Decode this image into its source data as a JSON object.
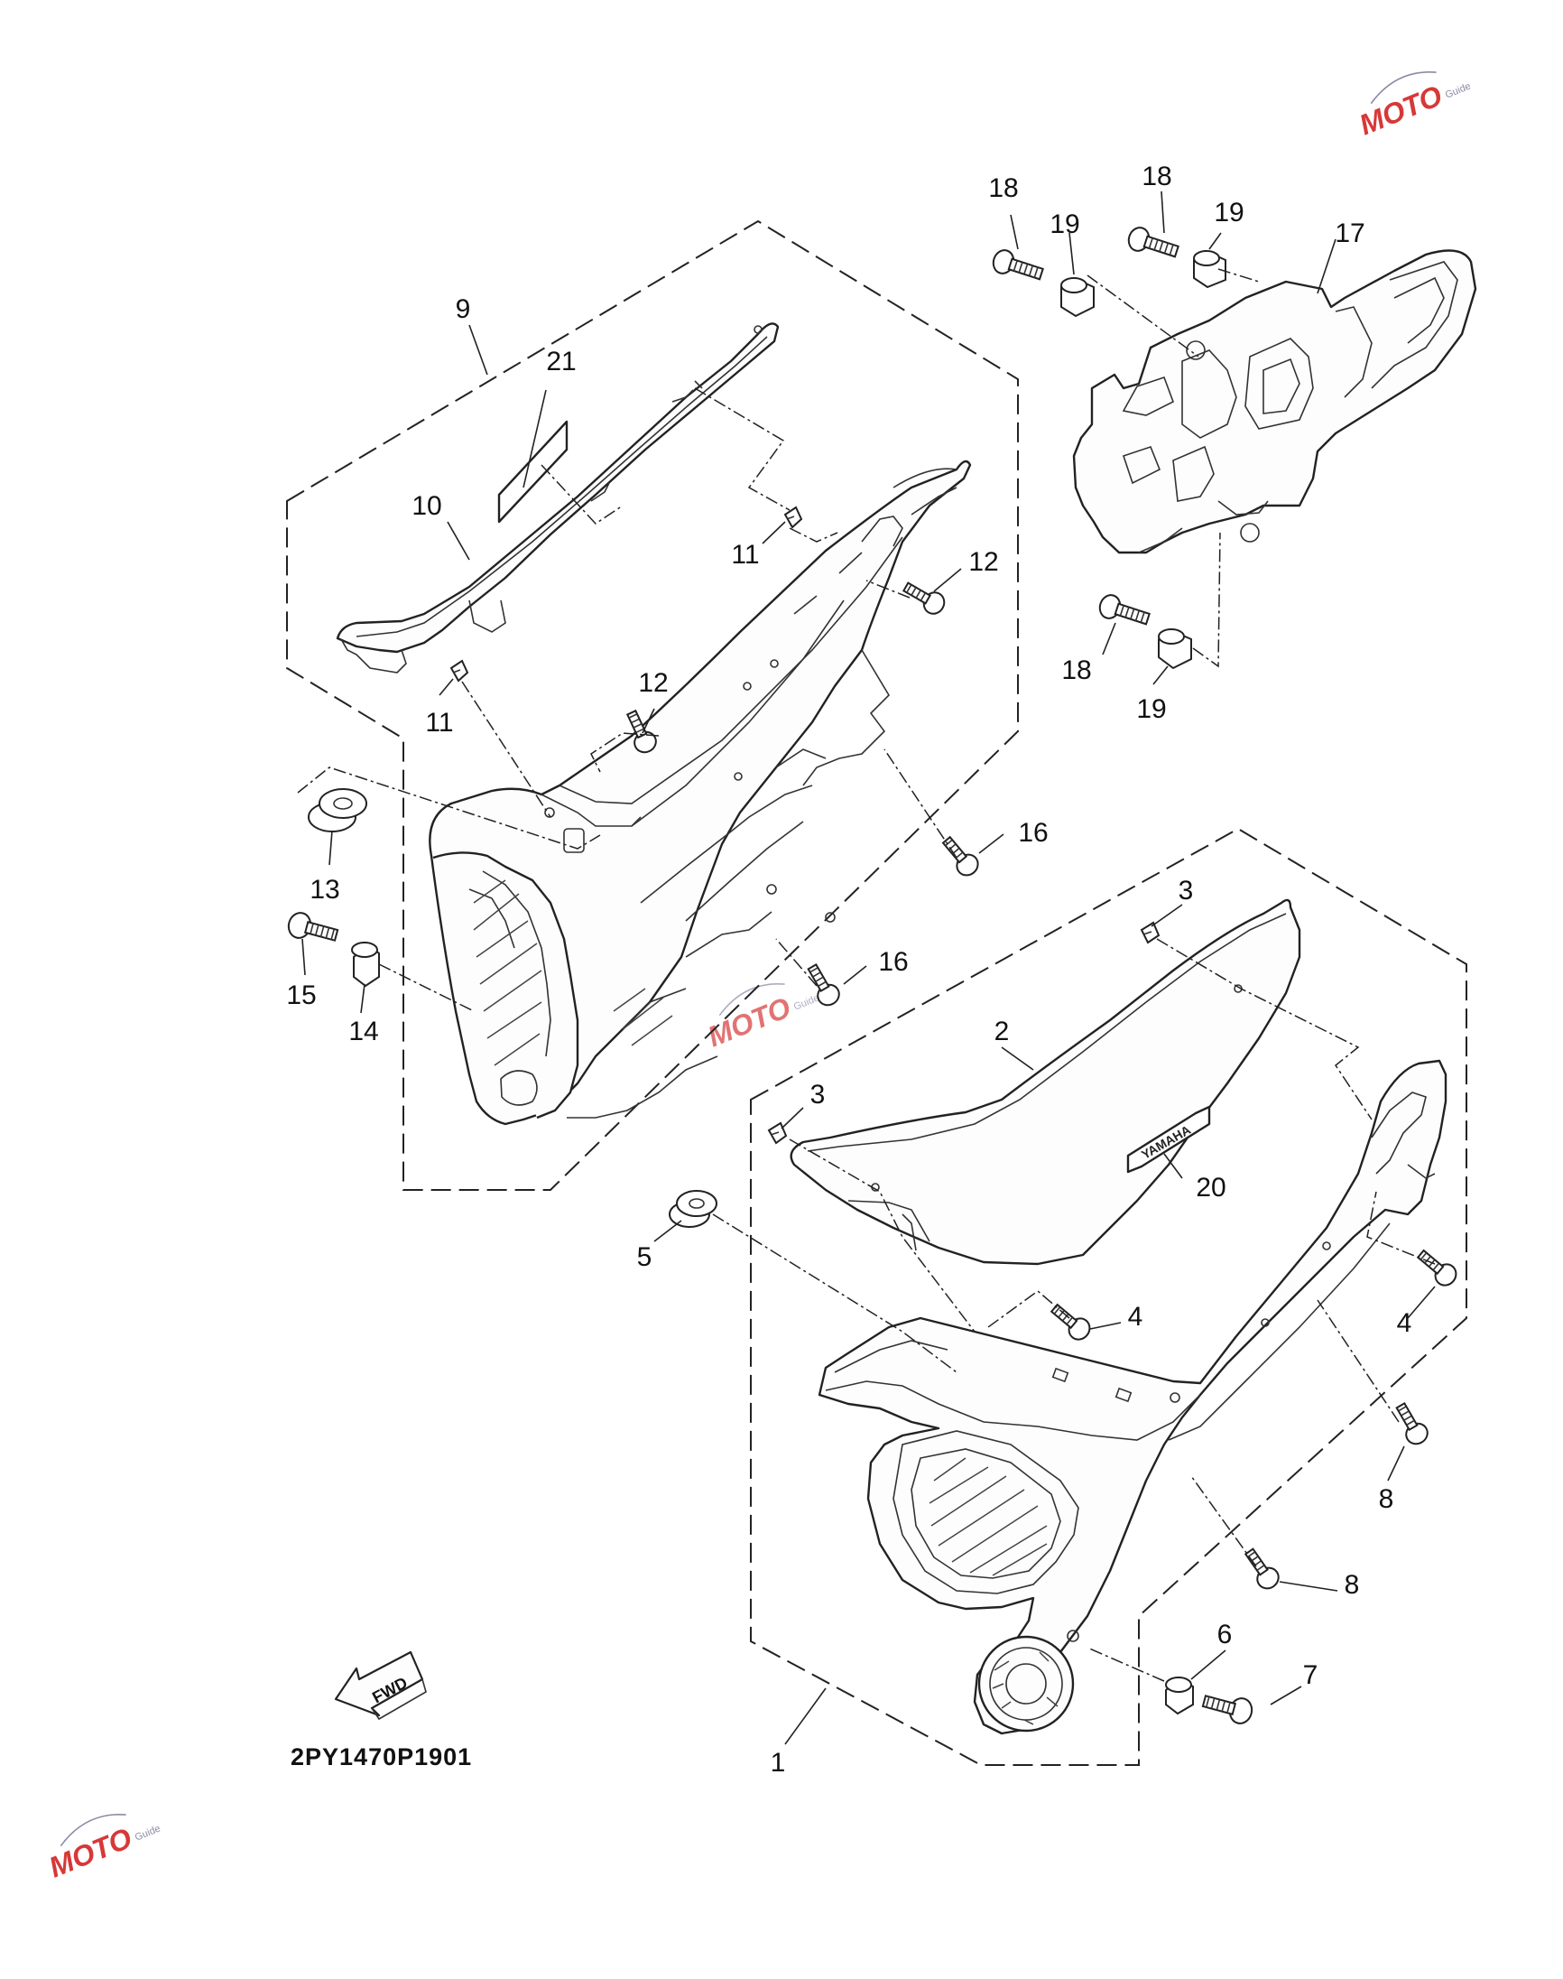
{
  "diagram_code": "2PY1470P1901",
  "direction_label": "FWD",
  "brand_emblem": "YAMAHA",
  "watermark": {
    "text": "MOTO",
    "subtext": "Guide",
    "color": "#d73838"
  },
  "callouts": {
    "c1": "1",
    "c2": "2",
    "c3a": "3",
    "c3b": "3",
    "c4a": "4",
    "c4b": "4",
    "c5": "5",
    "c6": "6",
    "c7": "7",
    "c8a": "8",
    "c8b": "8",
    "c9": "9",
    "c10": "10",
    "c11a": "11",
    "c11b": "11",
    "c12a": "12",
    "c12b": "12",
    "c13": "13",
    "c14": "14",
    "c15": "15",
    "c16a": "16",
    "c16b": "16",
    "c17": "17",
    "c18a": "18",
    "c18b": "18",
    "c18c": "18",
    "c19a": "19",
    "c19b": "19",
    "c19c": "19",
    "c20": "20",
    "c21": "21"
  }
}
